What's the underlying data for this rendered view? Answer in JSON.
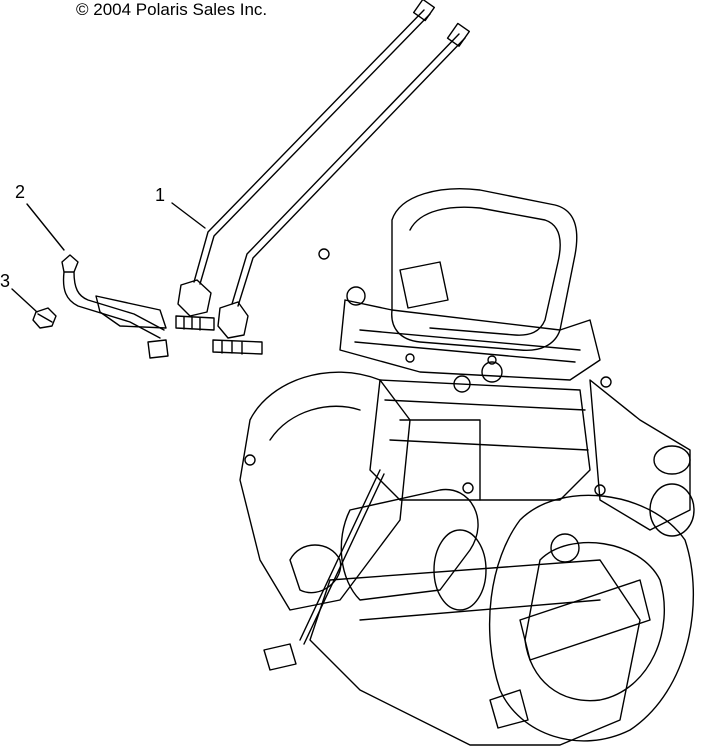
{
  "copyright": "© 2004 Polaris Sales Inc.",
  "callouts": [
    {
      "id": "1",
      "label": "1"
    },
    {
      "id": "2",
      "label": "2"
    },
    {
      "id": "3",
      "label": "3"
    }
  ],
  "colors": {
    "line": "#000000",
    "background": "#ffffff"
  }
}
